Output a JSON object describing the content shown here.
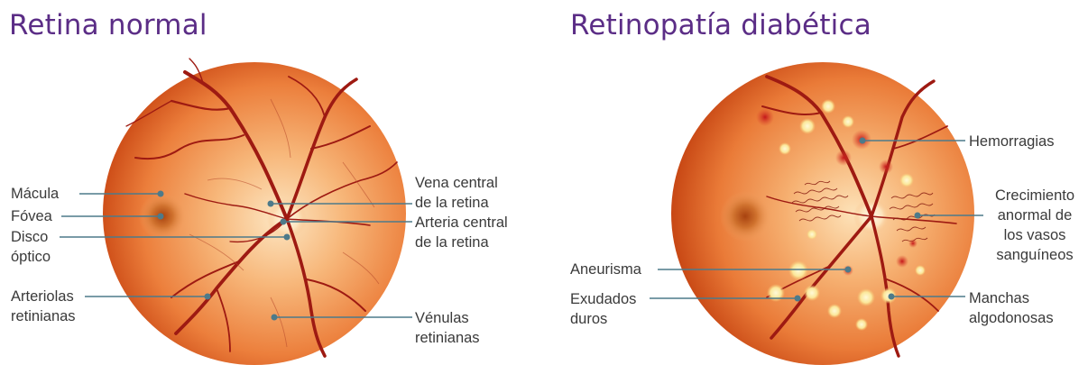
{
  "left": {
    "title": "Retina normal",
    "labels": {
      "macula": "Mácula",
      "fovea": "Fóvea",
      "disco_optico": "Disco\nóptico",
      "arteriolas": "Arteriolas\nretinianas",
      "vena_central": "Vena central\nde la retina",
      "arteria_central": "Arteria central\nde la retina",
      "venulas": "Vénulas\nretinianas"
    }
  },
  "right": {
    "title": "Retinopatía diabética",
    "labels": {
      "hemorragias": "Hemorragias",
      "crecimiento": "Crecimiento\nanormal de\nlos vasos\nsanguíneos",
      "aneurisma": "Aneurisma",
      "exudados": "Exudados\nduros",
      "manchas": "Manchas\nalgodonosas"
    }
  },
  "colors": {
    "title": "#5b2d86",
    "leader": "#4d7a8a",
    "vessel": "#9e1a12",
    "retina_edge": "#cf4612",
    "retina_center": "#fbd7a3"
  }
}
